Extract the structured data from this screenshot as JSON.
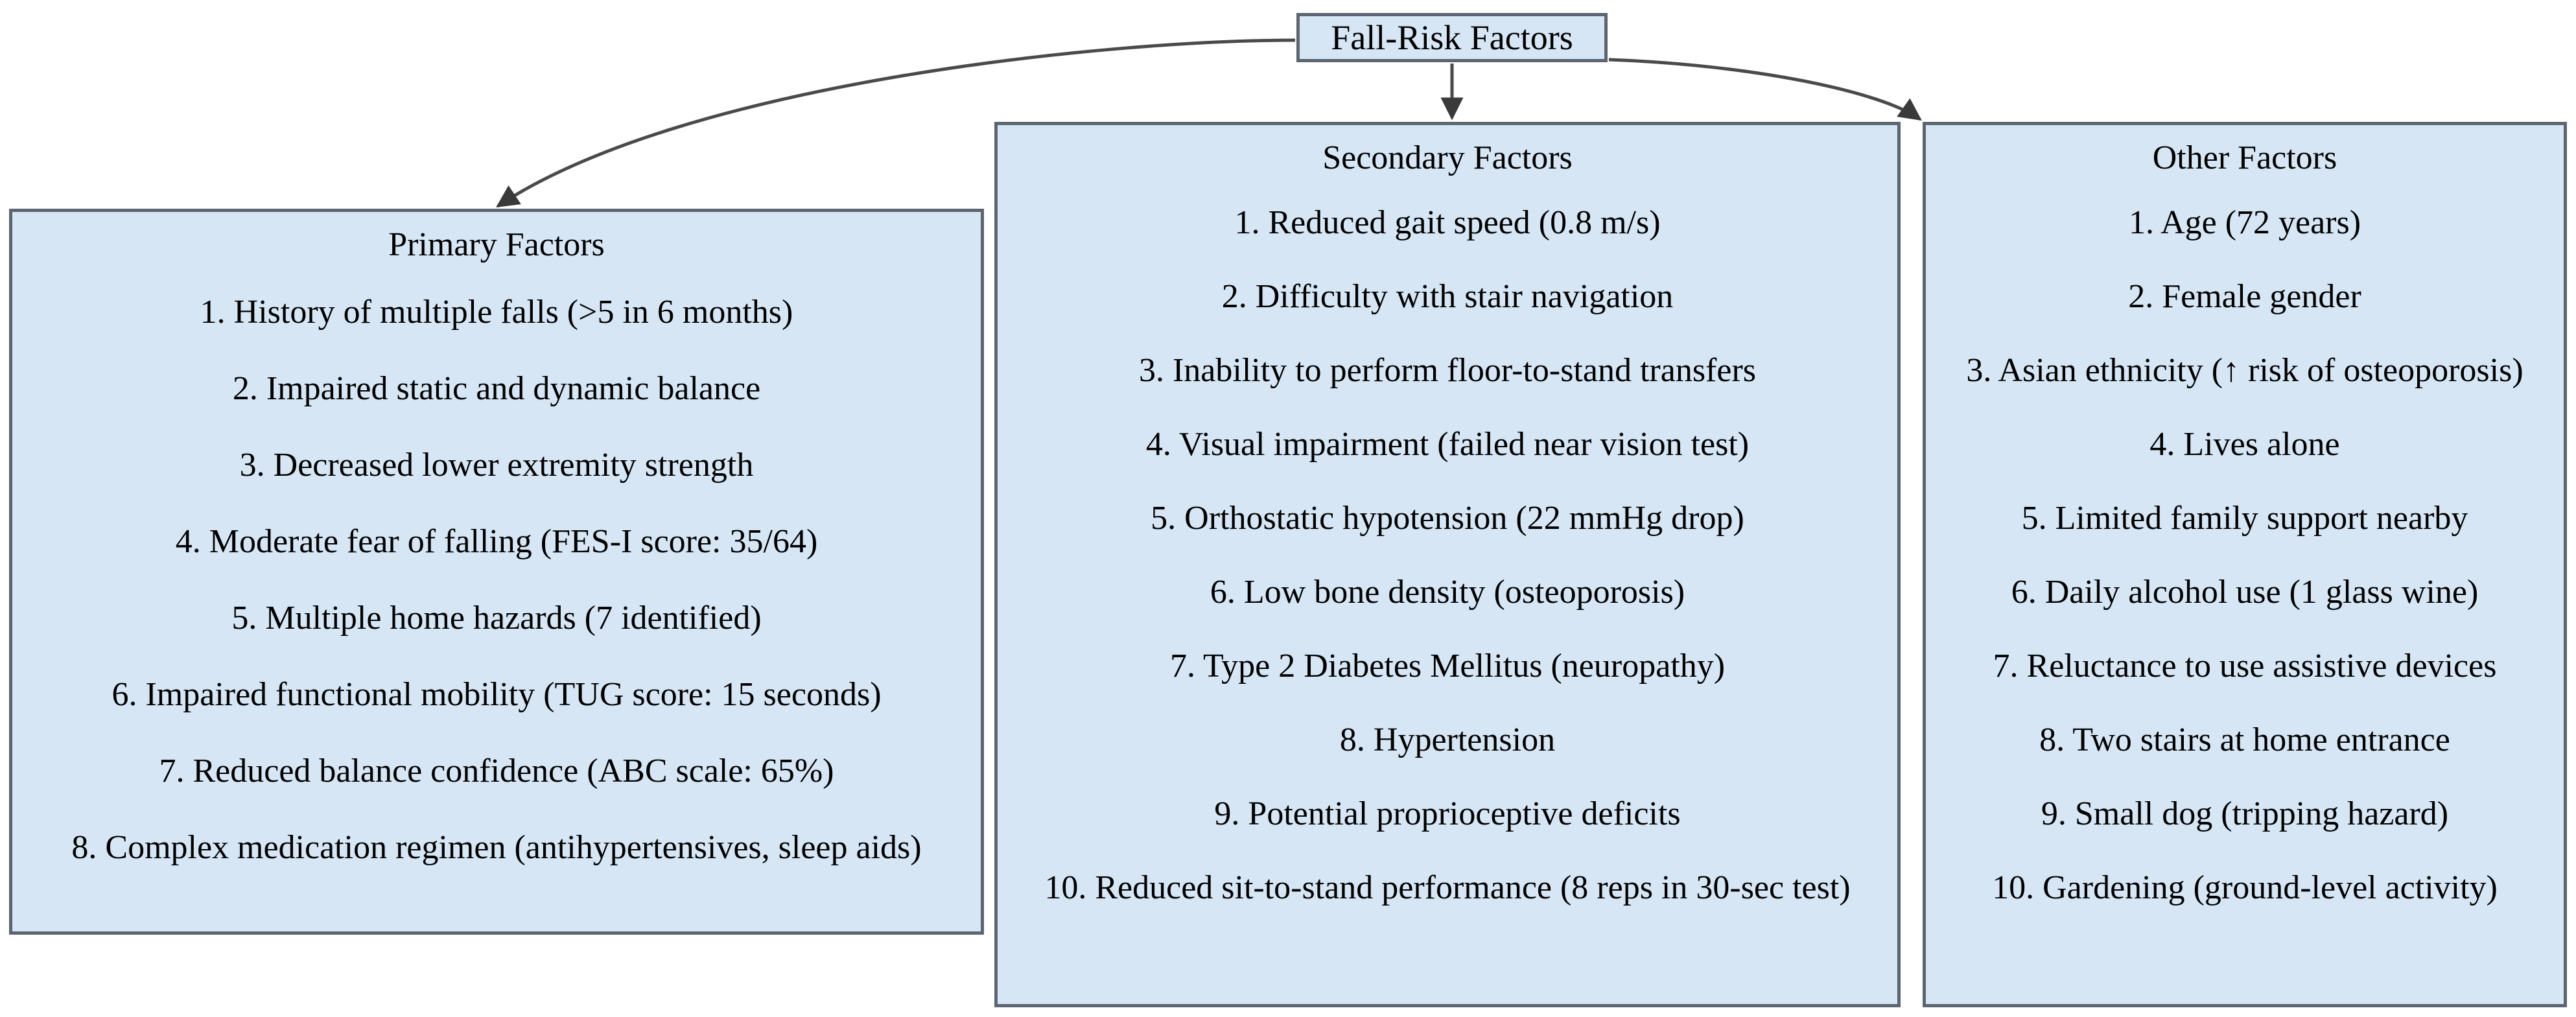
{
  "diagram": {
    "root": {
      "label": "Fall-Risk Factors"
    },
    "nodes": [
      {
        "id": "primary",
        "title": "Primary Factors",
        "items": [
          "1. History of multiple falls (>5 in 6 months)",
          "2. Impaired static and dynamic balance",
          "3. Decreased lower extremity strength",
          "4. Moderate fear of falling (FES-I score: 35/64)",
          "5. Multiple home hazards (7 identified)",
          "6. Impaired functional mobility (TUG score: 15 seconds)",
          "7. Reduced balance confidence (ABC scale: 65%)",
          "8. Complex medication regimen (antihypertensives, sleep aids)"
        ]
      },
      {
        "id": "secondary",
        "title": "Secondary Factors",
        "items": [
          "1. Reduced gait speed (0.8 m/s)",
          "2. Difficulty with stair navigation",
          "3. Inability to perform floor-to-stand transfers",
          "4. Visual impairment (failed near vision test)",
          "5. Orthostatic hypotension (22 mmHg drop)",
          "6. Low bone density (osteoporosis)",
          "7. Type 2 Diabetes Mellitus (neuropathy)",
          "8. Hypertension",
          "9. Potential proprioceptive deficits",
          "10. Reduced sit-to-stand performance (8 reps in 30-sec test)"
        ]
      },
      {
        "id": "other",
        "title": "Other Factors",
        "items": [
          "1. Age (72 years)",
          "2. Female gender",
          "3. Asian ethnicity (↑ risk of osteoporosis)",
          "4. Lives alone",
          "5. Limited family support nearby",
          "6. Daily alcohol use (1 glass wine)",
          "7. Reluctance to use assistive devices",
          "8. Two stairs at home entrance",
          "9. Small dog (tripping hazard)",
          "10. Gardening (ground-level activity)"
        ]
      }
    ],
    "edges": [
      {
        "from": "root",
        "to": "primary",
        "style": "curved-arrow"
      },
      {
        "from": "root",
        "to": "secondary",
        "style": "straight-arrow"
      },
      {
        "from": "root",
        "to": "other",
        "style": "curved-arrow"
      }
    ],
    "colors": {
      "node_fill": "#d6e6f5",
      "node_border": "#5c6670",
      "edge": "#4a4a4a",
      "text": "#000000",
      "background": "#ffffff"
    }
  }
}
